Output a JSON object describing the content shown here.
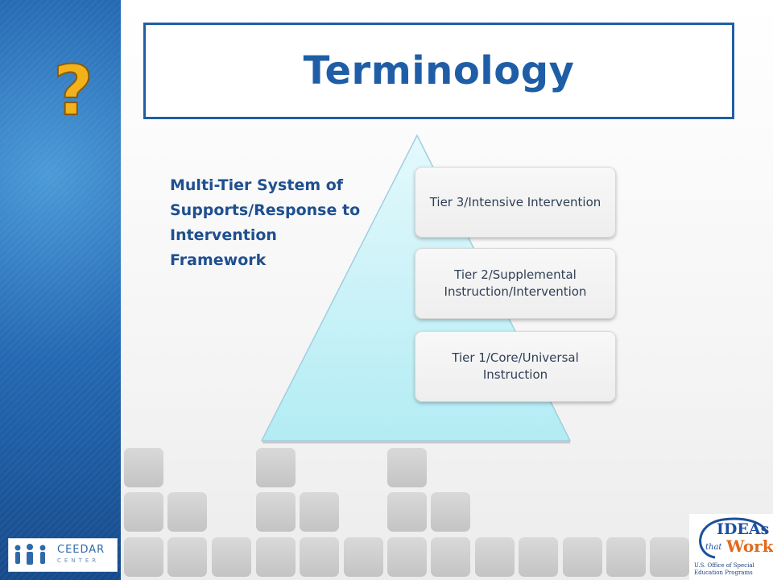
{
  "slide": {
    "title": "Terminology",
    "framework_label": "Multi-Tier System of Supports/Response to Intervention Framework"
  },
  "pyramid": {
    "tiers": [
      {
        "label": "Tier 3/Intensive Intervention"
      },
      {
        "label": "Tier 2/Supplemental Instruction/Intervention"
      },
      {
        "label": "Tier 1/Core/Universal Instruction"
      }
    ]
  },
  "logos": {
    "left": {
      "line1": "CEEDAR",
      "line2": "CENTER"
    },
    "right": {
      "big": "IDEAs",
      "that": "that",
      "work": "Work",
      "sub": "U.S. Office of Special Education Programs"
    }
  },
  "icons": {
    "help": "question-mark-icon"
  },
  "colors": {
    "title": "#1f5ea7",
    "framework_text": "#1f4f8f",
    "pyramid_fill": "#bff0f6",
    "sidebar": "#2469b3",
    "question_mark": "#f2b21c"
  }
}
